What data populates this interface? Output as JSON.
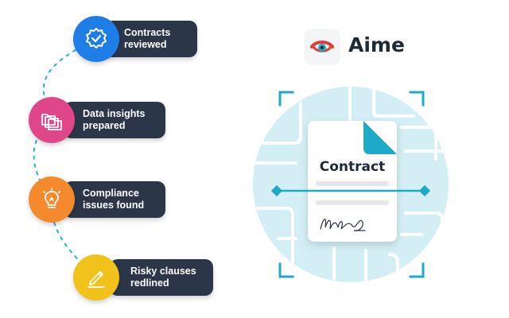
{
  "steps": [
    {
      "label": "Contracts\nreviewed",
      "icon": "verified-badge-icon",
      "color": "#1f7ee6"
    },
    {
      "label": "Data insights\nprepared",
      "icon": "folders-icon",
      "color": "#e0478a"
    },
    {
      "label": "Compliance\nissues found",
      "icon": "lightbulb-icon",
      "color": "#f5892e"
    },
    {
      "label": "Risky clauses\nredlined",
      "icon": "edit-pen-icon",
      "color": "#f0c21a"
    }
  ],
  "brand": {
    "name": "Aime",
    "accent": "#e33a3a"
  },
  "document": {
    "title": "Contract"
  },
  "colors": {
    "teal": "#1ea9c8",
    "circle_bg": "#d3eff5",
    "pill_bg": "#2b3648"
  }
}
